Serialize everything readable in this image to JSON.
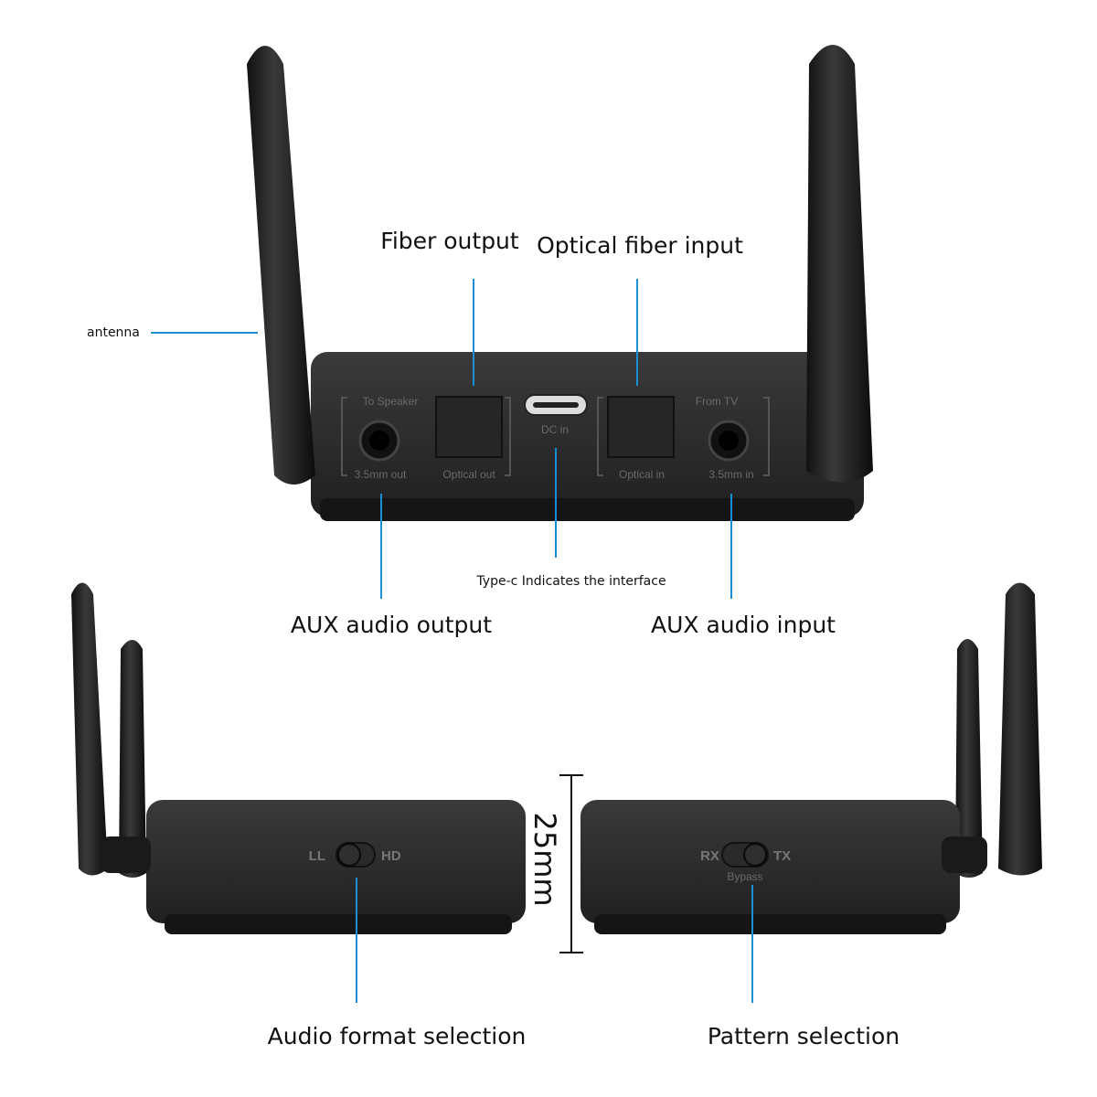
{
  "callouts": {
    "fiber_output": "Fiber output",
    "optical_fiber_input": "Optical fiber input",
    "antenna": "antenna",
    "type_c": "Type-c Indicates the interface",
    "aux_output": "AUX audio output",
    "aux_input": "AUX audio input",
    "audio_format": "Audio format selection",
    "pattern": "Pattern selection",
    "height_dimension": "25mm"
  },
  "device_labels": {
    "to_speaker": "To Speaker",
    "out_35": "3.5mm out",
    "optical_out": "Optical out",
    "dc_in": "DC in",
    "optical_in": "Optical in",
    "from_tv": "From TV",
    "in_35": "3.5mm in",
    "ll": "LL",
    "hd": "HD",
    "rx": "RX",
    "tx": "TX",
    "bypass": "Bypass"
  },
  "colors": {
    "callout_line": "#1a8fd8",
    "device_body": "#2b2b2b"
  }
}
